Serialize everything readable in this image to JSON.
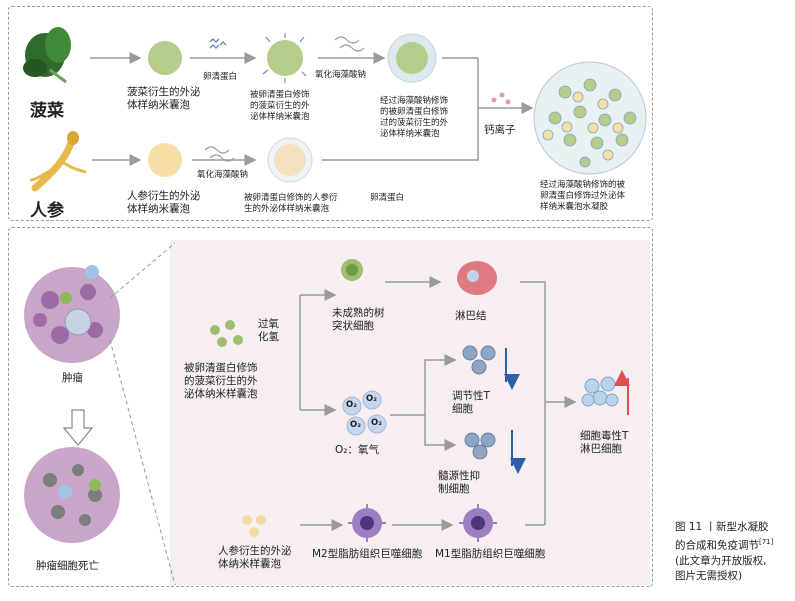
{
  "top": {
    "spinach_label": "菠菜",
    "ginseng_label": "人参",
    "spinach_vesicle": "菠菜衍生的外泌\n体样纳米囊泡",
    "ovalbumin_1": "卵清蛋白",
    "ov_mod_spinach": "被卵清蛋白修饰\n的菠菜衍生的外\n泌体样纳米囊泡",
    "alginate_1": "氧化海藻酸钠",
    "alg_ov_spinach": "经过海藻酸钠修饰\n的被卵清蛋白修饰\n过的菠菜衍生的外\n泌体样纳米囊泡",
    "calcium": "钙离子",
    "hydrogel": "经过海藻酸钠修饰的被\n卵清蛋白修饰过外泌体\n样纳米囊泡水凝胶",
    "ginseng_vesicle": "人参衍生的外泌\n体样纳米囊泡",
    "alginate_2": "氧化海藻酸钠",
    "ov_mod_ginseng": "被卵清蛋白修饰的人参衍\n生的外泌体样纳米囊泡",
    "ovalbumin_2": "卵清蛋白"
  },
  "bottom": {
    "tumor": "肿瘤",
    "tumor_death": "肿瘤细胞死亡",
    "peroxide": "过氧\n化氢",
    "ov_spinach_vesicle": "被卵清蛋白修饰\n的菠菜衍生的外\n泌体纳米样囊泡",
    "immature_dc": "未成熟的树\n突状细胞",
    "lymph_node": "淋巴结",
    "o2_symbol": "O₂",
    "oxygen": "O₂：氧气",
    "treg": "调节性T\n细胞",
    "mdsc": "髓源性抑\n制细胞",
    "ctl": "细胞毒性T\n淋巴细胞",
    "ginseng_vesicle": "人参衍生的外泌\n体纳米样囊泡",
    "m2": "M2型脂肪组织巨噬细胞",
    "m1": "M1型脂肪组织巨噬细胞"
  },
  "caption": {
    "line1": "图 11 丨新型水凝胶",
    "line2": "的合成和免疫调节",
    "ref": "[71]",
    "line3": "(此文章为开放版权,",
    "line4": "图片无需授权)"
  },
  "colors": {
    "arrow": "#9a9a9a",
    "down_arrow": "#2b5fa8",
    "up_arrow": "#d9534f",
    "panel_bg": "#f7eef1",
    "vesicle_green": "#b5cc8a",
    "vesicle_yellow": "#f6dfa6"
  }
}
